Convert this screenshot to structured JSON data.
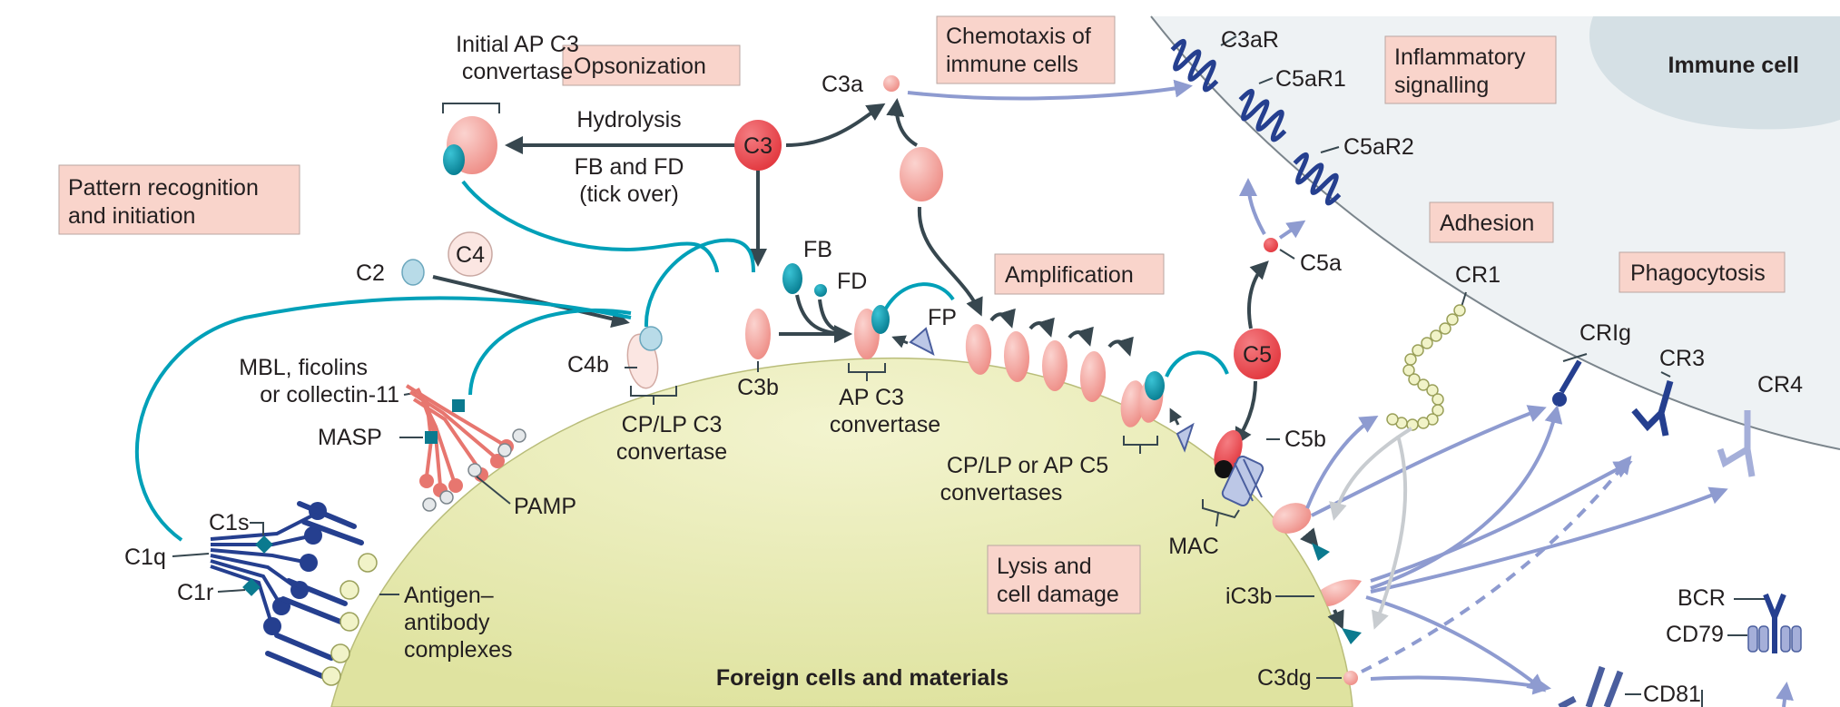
{
  "regions": {
    "immune_cell": "Immune cell",
    "foreign_cells": "Foreign cells and materials"
  },
  "boxes": {
    "pattern_recognition": [
      "Pattern recognition",
      "and initiation"
    ],
    "opsonization": "Opsonization",
    "chemotaxis": [
      "Chemotaxis of",
      "immune cells"
    ],
    "inflammatory": [
      "Inflammatory",
      "signalling"
    ],
    "adhesion": "Adhesion",
    "phagocytosis": "Phagocytosis",
    "amplification": "Amplification",
    "lysis": [
      "Lysis and",
      "cell damage"
    ]
  },
  "labels": {
    "initial_ap": [
      "Initial AP C3",
      "convertase"
    ],
    "hydrolysis": "Hydrolysis",
    "fb_fd_tick": [
      "FB and FD",
      "(tick over)"
    ],
    "c3": "C3",
    "c3a": "C3a",
    "c3b": "C3b",
    "c4": "C4",
    "c2": "C2",
    "c4b": "C4b",
    "cp_lp_c3": [
      "CP/LP C3",
      "convertase"
    ],
    "fb": "FB",
    "fd": "FD",
    "fp": "FP",
    "ap_c3": [
      "AP C3",
      "convertase"
    ],
    "cp_lp_ap_c5": [
      "CP/LP or AP C5",
      "convertases"
    ],
    "c5": "C5",
    "c5a": "C5a",
    "c5b": "C5b",
    "mac": "MAC",
    "mbl": [
      "MBL, ficolins",
      "or collectin-11"
    ],
    "masp": "MASP",
    "pamp": "PAMP",
    "c1s": "C1s",
    "c1q": "C1q",
    "c1r": "C1r",
    "antigen": [
      "Antigen–",
      "antibody",
      "complexes"
    ],
    "c3ar": "C3aR",
    "c5ar1": "C5aR1",
    "c5ar2": "C5aR2",
    "cr1": "CR1",
    "crig": "CRIg",
    "cr3": "CR3",
    "cr4": "CR4",
    "ic3b": "iC3b",
    "c3dg": "C3dg",
    "bcr": "BCR",
    "cd79": "CD79",
    "cd81": "CD81"
  },
  "colors": {
    "box_fill": "#f9d4cb",
    "pink": "#f4a6a0",
    "pink_dark": "#e7766f",
    "red": "#e8474d",
    "teal": "#00a0b8",
    "teal_dark": "#0b7a8f",
    "navy": "#253f8f",
    "lavender": "#8e9bd0",
    "yellow_cell": "#e3e7a9",
    "immune_bg": "#eef2f4",
    "immune_nucleus": "#d5e0e5"
  }
}
